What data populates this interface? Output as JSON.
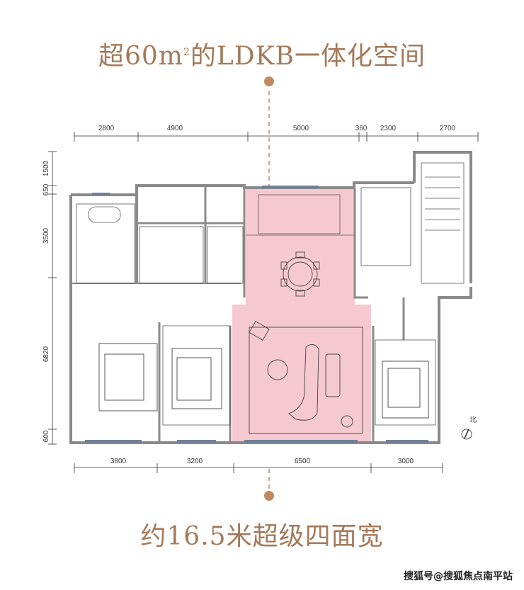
{
  "header": {
    "title_pre": "超60m",
    "title_sup": "2",
    "title_post": "的LDKB一体化空间"
  },
  "footer": {
    "title": "约16.5米超级四面宽"
  },
  "dimensions": {
    "top": [
      "2800",
      "4900",
      "5000",
      "360",
      "2300",
      "2700"
    ],
    "left": [
      "1500",
      "650",
      "3500",
      "6820",
      "600"
    ],
    "bottom": [
      "3800",
      "3200",
      "6500",
      "3000"
    ]
  },
  "compass": {
    "label": "北"
  },
  "watermark": "搜狐号@搜狐焦点南平站",
  "colors": {
    "accent": "#a47a5a",
    "dot": "#c08a60",
    "highlight": "#f6c9d0",
    "wall": "#8a8a8a"
  }
}
